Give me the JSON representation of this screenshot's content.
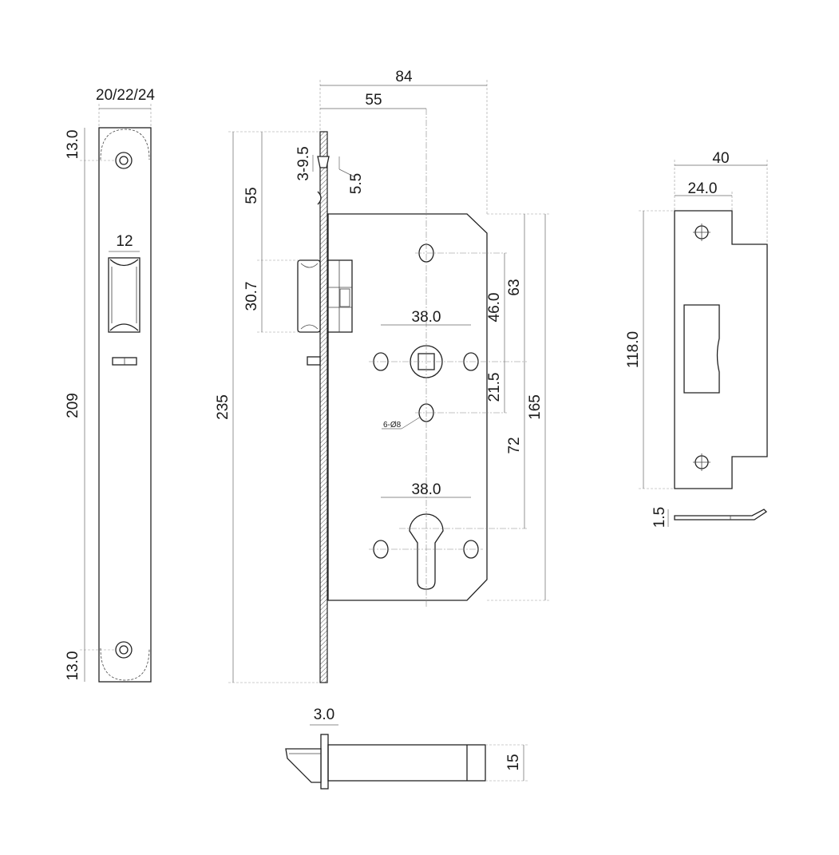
{
  "faceplate": {
    "width_label": "20/22/24",
    "top_offset_label": "13.0",
    "latch_width_label": "12",
    "length_label": "209",
    "bottom_offset_label": "13.0"
  },
  "lock_body": {
    "backset_total_label": "84",
    "backset_label": "55",
    "top_to_latch_label": "55",
    "latch_height_label": "30.7",
    "faceplate_length_label": "235",
    "screw_range_label": "3-9.5",
    "screw_depth_label": "5.5",
    "upper_hole_spacing_label": "38.0",
    "lower_hole_spacing_label": "38.0",
    "follower_to_top_hole_label": "46.0",
    "follower_to_case_top_label": "63",
    "follower_to_lower_hole_label": "21.5",
    "case_height_label": "165",
    "follower_to_cylinder_label": "72",
    "hole_note": "6-Ø8"
  },
  "bottom_view": {
    "plate_thickness_label": "3.0",
    "body_thickness_label": "15"
  },
  "strike_plate": {
    "total_width_label": "40",
    "plate_width_label": "24.0",
    "height_label": "118.0",
    "thickness_label": "1.5"
  }
}
